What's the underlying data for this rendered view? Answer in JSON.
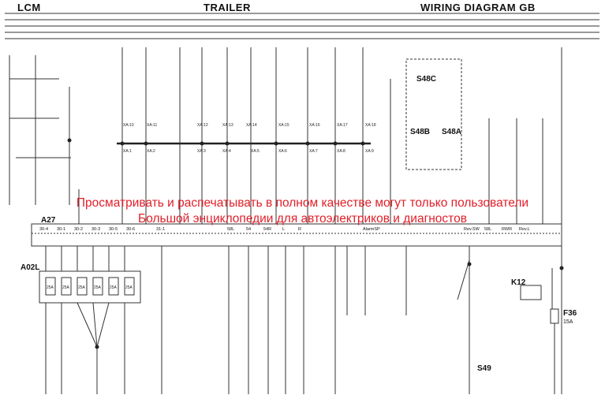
{
  "header": {
    "left": "LCM",
    "center": "TRAILER",
    "right": "WIRING DIAGRAM GB"
  },
  "watermark": {
    "line1": "Просматривать и распечатывать в полном качестве могут только пользователи",
    "line2": "Большой энциклопедии для автоэлектриков и диагностов"
  },
  "components": {
    "module": "A27",
    "fuse_block": "A02L",
    "relay": "K12",
    "fuse": "F36",
    "fuse_rating": "15A",
    "sw1": "S48C",
    "sw2": "S48B",
    "sw3": "S48A",
    "sw4": "S49"
  },
  "module_pins": [
    "30-4",
    "30-1",
    "30-2",
    "30-3",
    "30-5",
    "30-6",
    "31-1",
    "58L",
    "54",
    "54R",
    "L",
    "R",
    "AlarmSP",
    "Rev.SW",
    "58L",
    "RWR",
    "Rev.L"
  ],
  "connectors": [
    "XA:10",
    "XA:11",
    "XA:12",
    "XA:13",
    "XA:14",
    "XA:15",
    "XA:16",
    "XA:17",
    "XA:18",
    "XA:1",
    "XA:2",
    "XA:3",
    "XA:4",
    "XA:5",
    "XA:6",
    "XA:7",
    "XA:8",
    "XA:9"
  ],
  "fuse_slots": [
    "25A",
    "25A",
    "25A",
    "25A",
    "25A",
    "25A"
  ],
  "wire_colors": {
    "bus": "#222222",
    "thin": "#333333"
  }
}
